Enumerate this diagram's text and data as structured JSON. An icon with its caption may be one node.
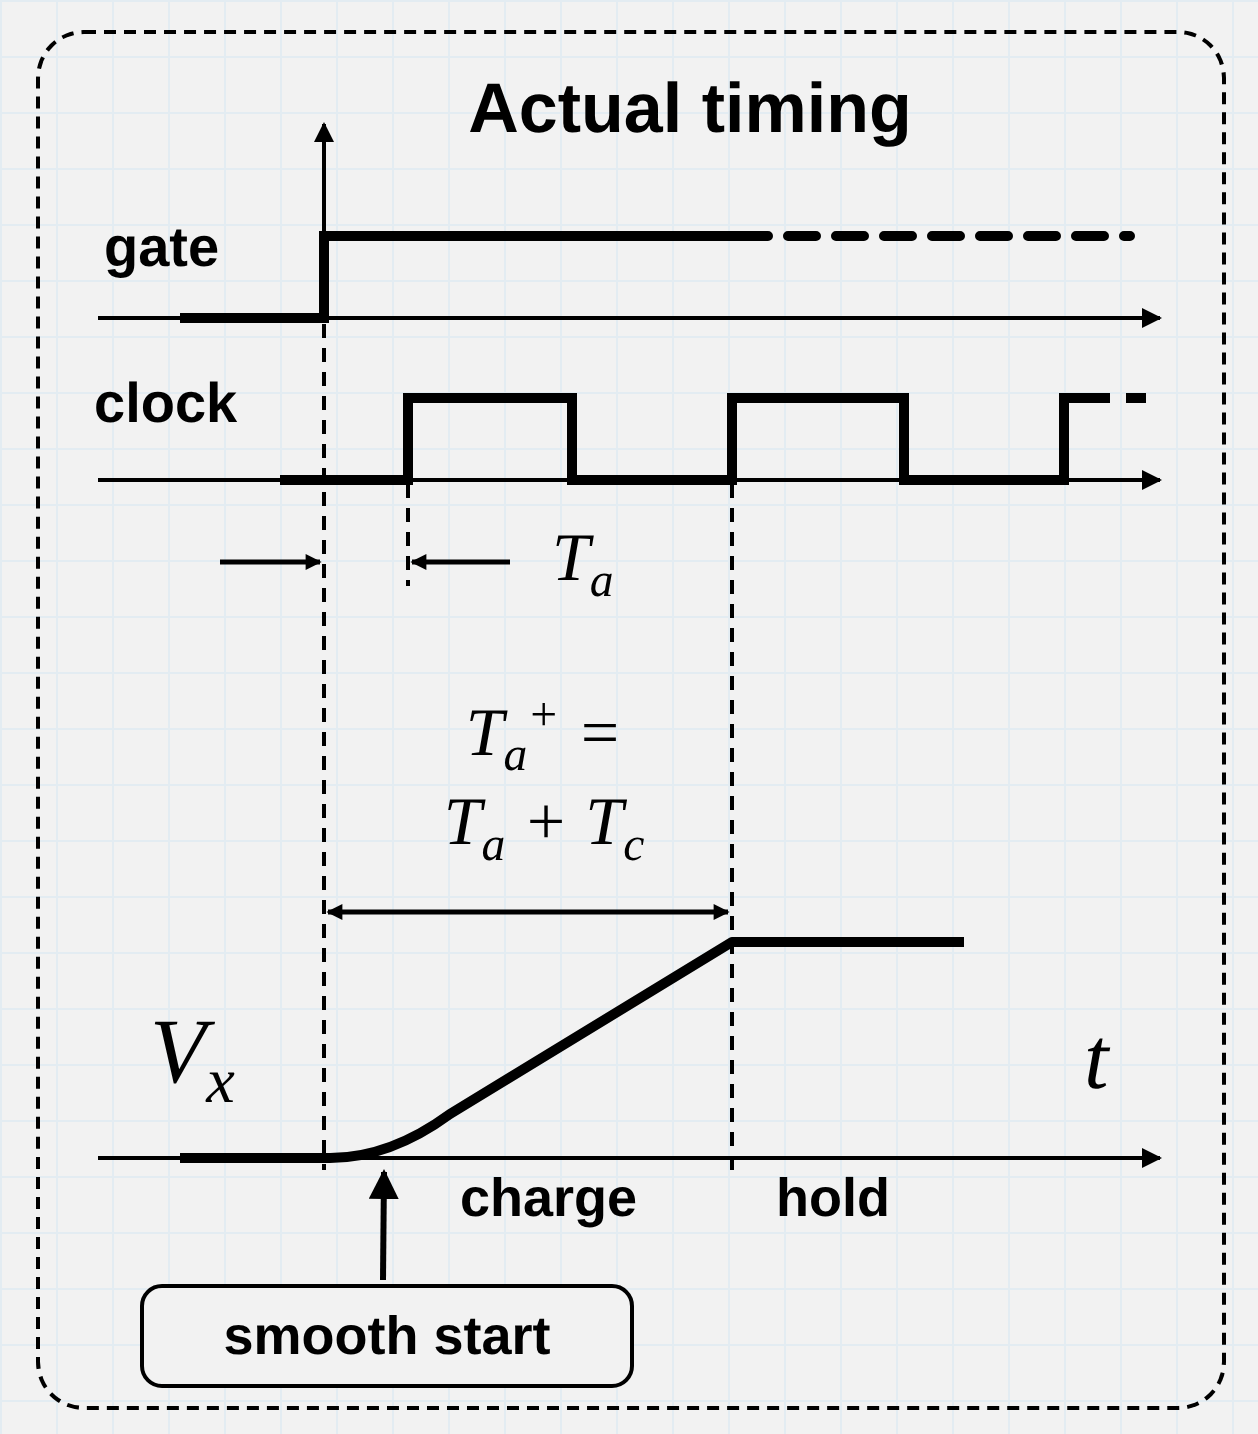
{
  "diagram": {
    "nodes": [
      {
        "text": [
          "Actual timing"
        ]
      },
      {
        "text": [
          "smooth start"
        ],
        "in": 0
      },
      {
        "text": [],
        "shape": "line",
        "in": 0
      }
    ],
    "edges": [
      {
        "from": 1,
        "to": 2,
        "arrow": "to"
      }
    ],
    "labels": [
      "gate",
      "clock",
      "T$_{a}$",
      "T$_{a}$$^{+}$ = T$_{a}$ + T$_{c}$",
      "V$_{x}$",
      "t",
      "charge",
      "hold"
    ]
  }
}
